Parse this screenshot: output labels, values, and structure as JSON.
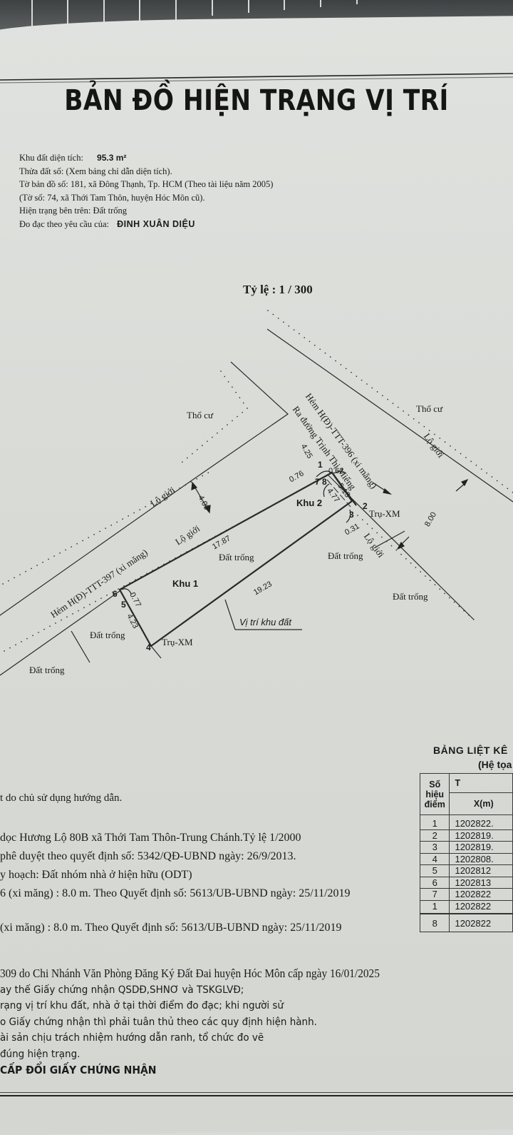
{
  "document": {
    "title": "BẢN ĐỒ HIỆN TRẠNG VỊ TRÍ",
    "info": {
      "area_label": "Khu đất diện tích:",
      "area_value": "95.3 m²",
      "parcel_line": "Thửa đất số: (Xem bảng chỉ dẫn diện tích).",
      "map_sheet_line": "Tờ bản đồ số: 181, xã Đông Thạnh, Tp. HCM (Theo tài liệu năm 2005)",
      "old_sheet_line": "(Tờ số: 74, xã Thới Tam Thôn, huyện Hóc Môn cũ).",
      "current_status_label": "Hiện trạng bên trên:",
      "current_status_value": "Đất trống",
      "requested_by_label": "Đo đạc theo yêu cầu của:",
      "requested_by_value": "ĐINH XUÂN DIỆU"
    },
    "scale": "Tỷ lệ : 1 / 300"
  },
  "map": {
    "labels": {
      "tho_cu_left": "Thổ cư",
      "tho_cu_right": "Thổ cư",
      "road_396": "Hẻm H(Đ)-TTT-396 (xi măng)",
      "road_396_direction": "Ra đường Trịnh Thị Miếng",
      "road_397": "Hẻm H(Đ)-TTT-397 (xi măng)",
      "lo_gioi": "Lộ giới",
      "khu_1": "Khu 1",
      "khu_2": "Khu 2",
      "dat_trong": "Đất trống",
      "tru_xm": "Trụ-XM",
      "vi_tri_khu_dat": "Vị trí khu đất"
    },
    "points": [
      "1",
      "2",
      "3",
      "4",
      "5",
      "6",
      "7",
      "8"
    ],
    "dimensions": {
      "d_4_25": "4.25",
      "d_0_76": "0.76",
      "d_0_62": "0.62",
      "d_5_13": "5.13",
      "d_4_77": "4.77",
      "d_0_31": "0.31",
      "d_8_00": "8.00",
      "d_4_00": "4.00",
      "d_17_87": "17.87",
      "d_19_23": "19.23",
      "d_0_77": "0.77",
      "d_4_23": "4.23"
    }
  },
  "coordinate_table": {
    "title": "BẢNG LIỆT KÊ",
    "subtitle": "(Hệ tọa",
    "headers": {
      "point_no_line1": "Số hiệu",
      "point_no_line2": "điểm",
      "group": "T",
      "x": "X(m)"
    },
    "rows": [
      {
        "point": "1",
        "x": "1202822."
      },
      {
        "point": "2",
        "x": "1202819."
      },
      {
        "point": "3",
        "x": "1202819."
      },
      {
        "point": "4",
        "x": "1202808."
      },
      {
        "point": "5",
        "x": "1202812"
      },
      {
        "point": "6",
        "x": "1202813"
      },
      {
        "point": "7",
        "x": "1202822"
      },
      {
        "point": "1",
        "x": "1202822"
      }
    ],
    "footer_row": {
      "point": "8",
      "x": "1202822"
    }
  },
  "notes": {
    "line1": "t do chủ sử dụng hướng dẫn.",
    "line2": "dọc Hương Lộ 80B xã Thới Tam Thôn-Trung Chánh.Tỷ lệ 1/2000",
    "line3": "phê duyệt theo quyết định số: 5342/QĐ-UBND ngày: 26/9/2013.",
    "line4": "y hoạch: Đất nhóm nhà ở hiện hữu (ODT)",
    "line5": "6 (xi măng) : 8.0 m. Theo Quyết định số: 5613/UB-UBND ngày: 25/11/2019",
    "line6": "(xi măng) : 8.0 m. Theo Quyết định số: 5613/UB-UBND ngày: 25/11/2019"
  },
  "notes2": {
    "line1": "309 do Chi Nhánh Văn Phòng Đăng Ký Đất Đai huyện Hóc Môn cấp ngày 16/01/2025",
    "line2": "ay thế Giấy chứng nhận QSDĐ,SHNƠ và TSKGLVĐ;",
    "line3": "rạng vị trí khu đất, nhà ở tại thời điểm đo đạc; khi người sử",
    "line4": "o Giấy chứng nhận thì phải tuân thủ theo các quy định hiện hành.",
    "line5": "ài sản chịu trách nhiệm hướng dẫn ranh, tổ chức đo vẽ",
    "line6": " đúng hiện trạng.",
    "heading": "CẤP ĐỔI GIẤY CHỨNG NHẬN"
  }
}
